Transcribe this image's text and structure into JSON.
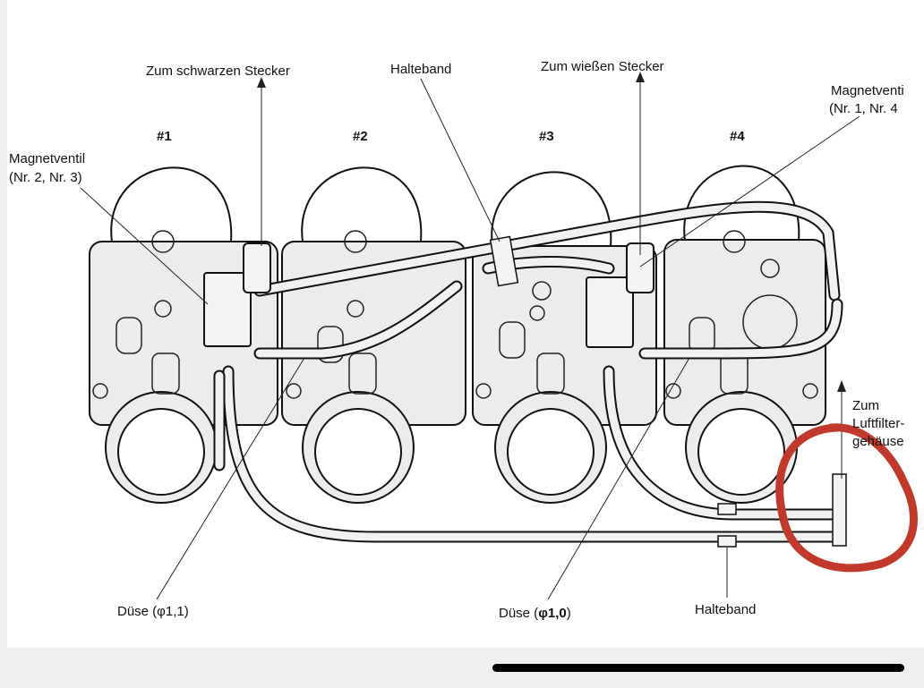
{
  "labels": {
    "to_black_connector": "Zum schwarzen Stecker",
    "retaining_strap_top": "Halteband",
    "to_white_connector": "Zum wießen Stecker",
    "solenoid_right_line1": "Magnetventi",
    "solenoid_right_line2": "(Nr. 1, Nr. 4",
    "solenoid_left_line1": "Magnetventil",
    "solenoid_left_line2": "(Nr. 2, Nr. 3)",
    "carb_1": "#1",
    "carb_2": "#2",
    "carb_3": "#3",
    "carb_4": "#4",
    "airbox_line1": "Zum",
    "airbox_line2": "Luftfilter-",
    "airbox_line3": "gehäuse",
    "jet_left": "Düse (φ1,1)",
    "jet_right_prefix": "Düse (",
    "jet_right_value": "φ1,0",
    "jet_right_suffix": ")",
    "retaining_strap_bottom": "Halteband"
  },
  "annotation": {
    "color": "#c0392b"
  }
}
